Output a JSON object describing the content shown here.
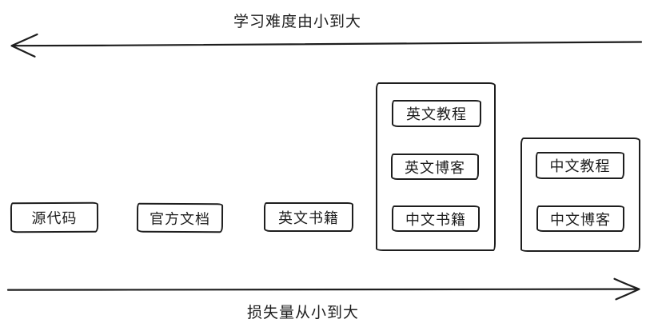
{
  "axes": {
    "top": {
      "label": "学习难度由小到大",
      "direction": "left"
    },
    "bottom": {
      "label": "损失量从小到大",
      "direction": "right"
    }
  },
  "boxes": {
    "source_code": {
      "label": "源代码"
    },
    "official_docs": {
      "label": "官方文档"
    },
    "english_books": {
      "label": "英文书籍"
    },
    "english_tutorials": {
      "label": "英文教程"
    },
    "english_blogs": {
      "label": "英文博客"
    },
    "chinese_books": {
      "label": "中文书籍"
    },
    "chinese_tutorials": {
      "label": "中文教程"
    },
    "chinese_blogs": {
      "label": "中文博客"
    }
  },
  "groups": {
    "left": {
      "items": [
        "英文教程",
        "英文博客",
        "中文书籍"
      ]
    },
    "right": {
      "items": [
        "中文教程",
        "中文博客"
      ]
    }
  },
  "colors": {
    "stroke": "#1e1e1e",
    "background": "#ffffff"
  }
}
